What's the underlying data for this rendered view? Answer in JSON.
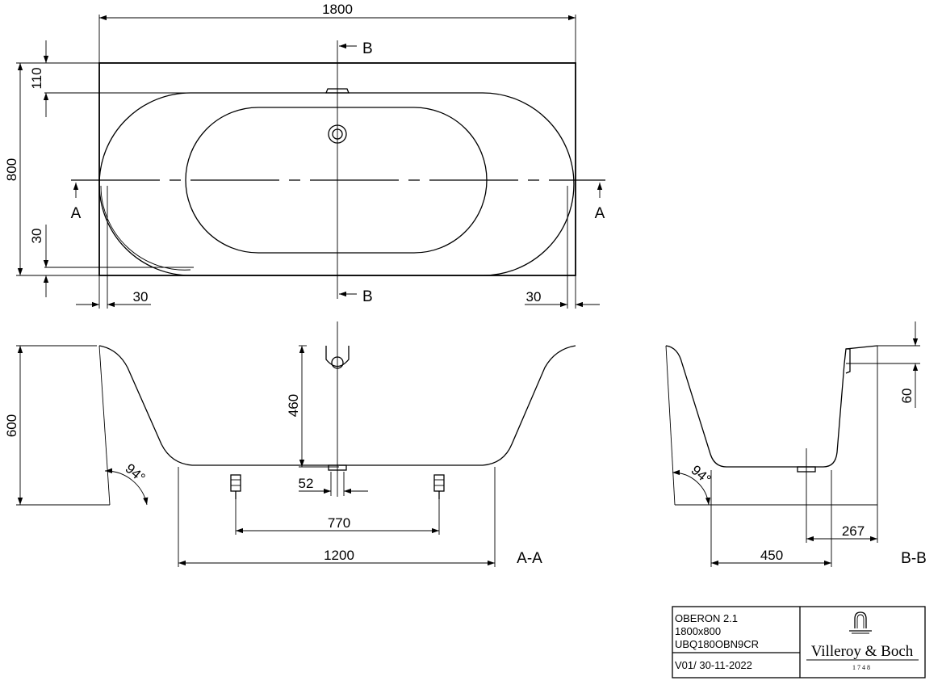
{
  "plan_view": {
    "dim_length": "1800",
    "dim_width": "800",
    "dim_rim_top": "110",
    "dim_rim_bottom": "30",
    "dim_side_left": "30",
    "dim_side_right": "30",
    "section_a": "A",
    "section_b": "B"
  },
  "section_aa": {
    "dim_height": "600",
    "dim_depth": "460",
    "dim_drain": "52",
    "dim_feet": "770",
    "dim_bottom": "1200",
    "angle": "94°",
    "title": "A-A"
  },
  "section_bb": {
    "dim_rim": "60",
    "dim_drain_offset": "267",
    "dim_bottom": "450",
    "angle": "94°",
    "title": "B-B"
  },
  "title_block": {
    "model": "OBERON 2.1",
    "size": "1800x800",
    "code": "UBQ180OBN9CR",
    "version": "V01/ 30-11-2022",
    "brand": "Villeroy & Boch",
    "established": "1748"
  }
}
